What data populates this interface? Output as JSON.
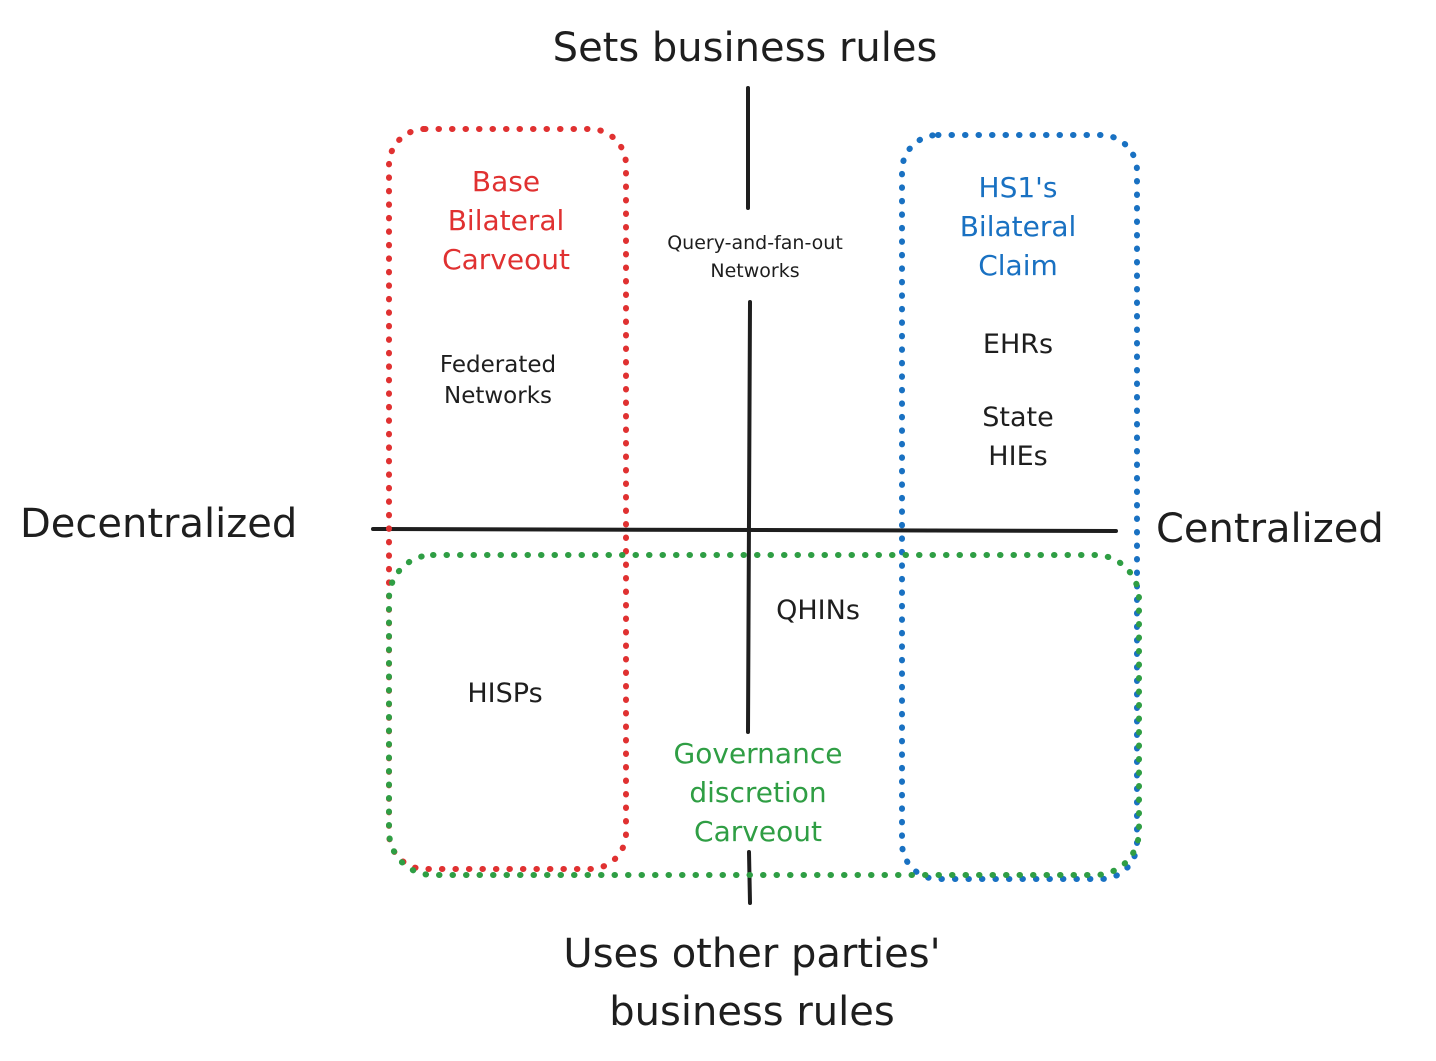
{
  "colors": {
    "axis": "#1e1e1e",
    "red_group": "#e03131",
    "blue_group": "#1971c2",
    "green_group": "#2f9e44"
  },
  "axes": {
    "top": "Sets business rules",
    "bottom_line1": "Uses other parties'",
    "bottom_line2": "business rules",
    "left": "Decentralized",
    "right": "Centralized"
  },
  "groups": {
    "red": {
      "lines": [
        "Base",
        "Bilateral",
        "Carveout"
      ]
    },
    "blue": {
      "lines": [
        "HS1's",
        "Bilateral",
        "Claim"
      ]
    },
    "green": {
      "lines": [
        "Governance",
        "discretion",
        "Carveout"
      ]
    }
  },
  "items": {
    "query_fanout": {
      "lines": [
        "Query-and-fan-out",
        "Networks"
      ]
    },
    "federated": {
      "lines": [
        "Federated",
        "Networks"
      ]
    },
    "ehrs": "EHRs",
    "state_hies": {
      "lines": [
        "State",
        "HIEs"
      ]
    },
    "qhins": "QHINs",
    "hisps": "HISPs"
  }
}
